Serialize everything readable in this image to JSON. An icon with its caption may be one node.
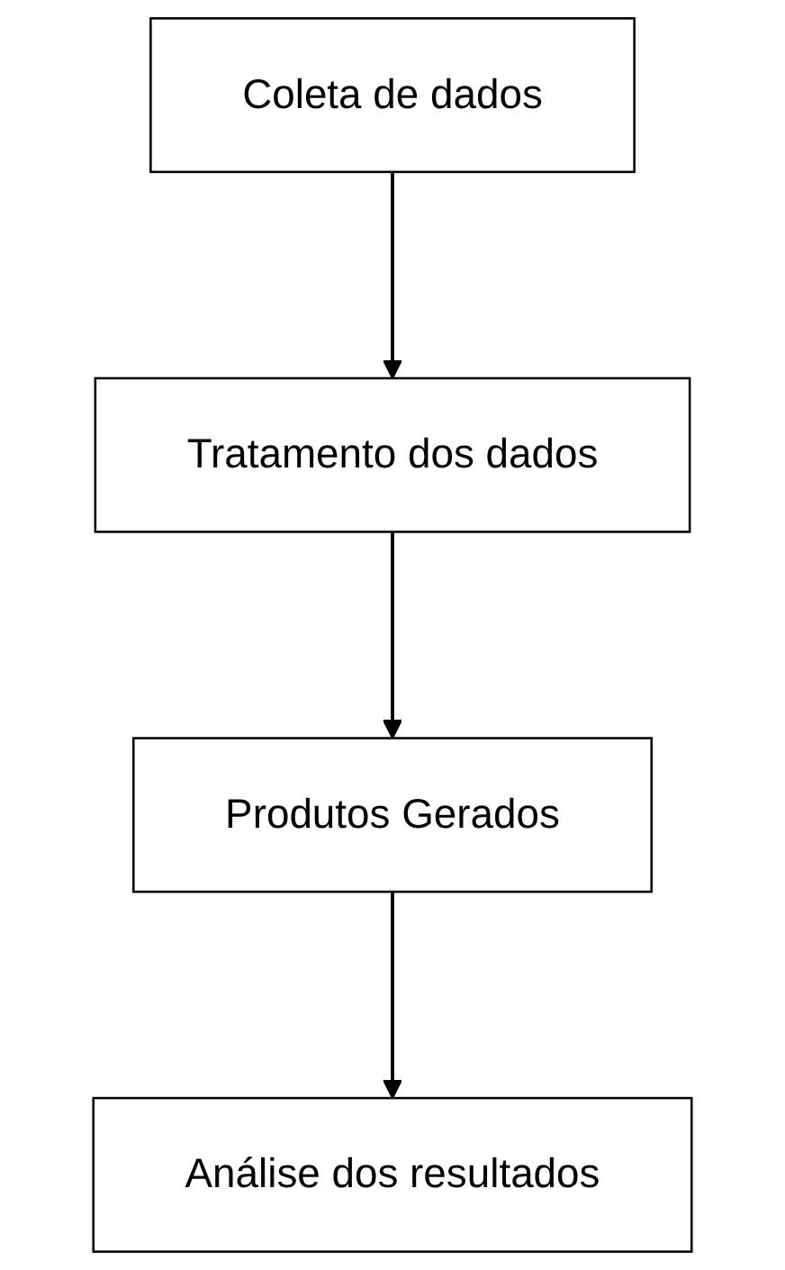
{
  "diagram": {
    "nodes": [
      {
        "text": [
          "Coleta de dados"
        ]
      },
      {
        "text": [
          "Tratamento dos dados"
        ]
      },
      {
        "text": [
          "Produtos Gerados"
        ]
      },
      {
        "text": [
          "Análise dos resultados"
        ]
      }
    ],
    "edges": [
      {
        "from": 0,
        "to": 1,
        "arrow": "to"
      },
      {
        "from": 1,
        "to": 2,
        "arrow": "to"
      },
      {
        "from": 2,
        "to": 3,
        "arrow": "to"
      }
    ]
  }
}
